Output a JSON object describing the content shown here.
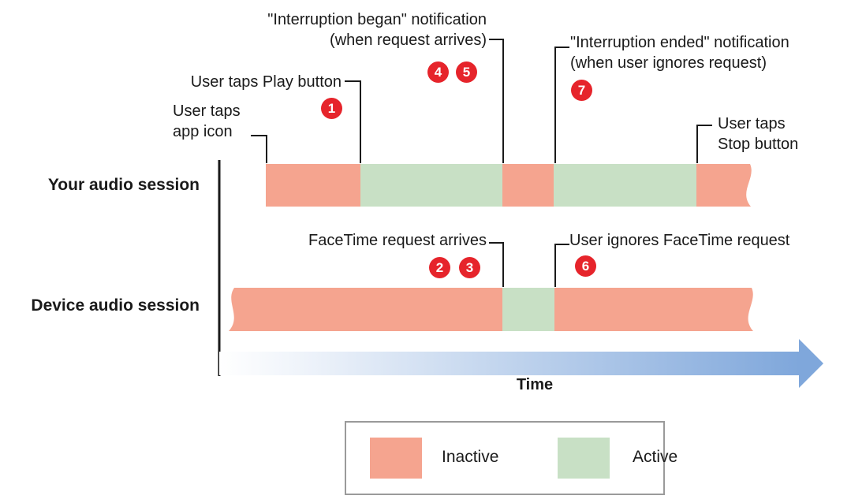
{
  "rows": {
    "your": "Your audio session",
    "device": "Device audio session"
  },
  "annotations": {
    "interruption_began_1": "\"Interruption began\" notification",
    "interruption_began_2": "(when request arrives)",
    "user_taps_play": "User taps Play button",
    "user_taps_app_1": "User taps",
    "user_taps_app_2": "app icon",
    "interruption_ended_1": "\"Interruption ended\" notification",
    "interruption_ended_2": "(when user ignores request)",
    "user_taps_stop_1": "User taps",
    "user_taps_stop_2": "Stop button",
    "facetime_arrives": "FaceTime request arrives",
    "user_ignores": "User ignores FaceTime request"
  },
  "badges": [
    {
      "n": "1"
    },
    {
      "n": "2"
    },
    {
      "n": "3"
    },
    {
      "n": "4"
    },
    {
      "n": "5"
    },
    {
      "n": "6"
    },
    {
      "n": "7"
    }
  ],
  "axis": {
    "time_label": "Time"
  },
  "legend": {
    "inactive_label": "Inactive",
    "active_label": "Active"
  },
  "sessions": [
    {
      "name": "Your audio session",
      "segments": [
        "inactive",
        "active",
        "inactive",
        "active",
        "inactive"
      ],
      "right_edge": "torn"
    },
    {
      "name": "Device audio session",
      "segments": [
        "inactive",
        "active",
        "inactive"
      ],
      "left_edge": "torn",
      "right_edge": "torn"
    }
  ],
  "colors": {
    "inactive": "#F5A48F",
    "active": "#C8E0C5",
    "badge_red": "#E6242B",
    "arrow_blue": "#7FA7DB",
    "line_black": "#1A1A1A",
    "legend_border": "#9A9A9A"
  }
}
